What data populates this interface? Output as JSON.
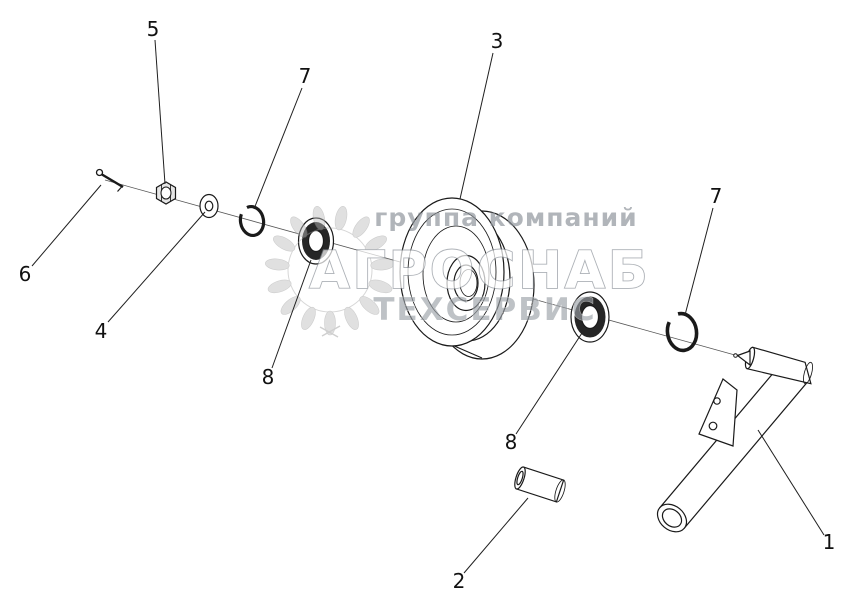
{
  "figure": {
    "type": "exploded-parts-diagram",
    "background": "#ffffff",
    "colors": {
      "line": "#1a1a1a",
      "bearing_ring": "#262626",
      "watermark_gray": "#8d939a"
    }
  },
  "callouts": [
    {
      "label": "5"
    },
    {
      "label": "7"
    },
    {
      "label": "3"
    },
    {
      "label": "7"
    },
    {
      "label": "6"
    },
    {
      "label": "4"
    },
    {
      "label": "8"
    },
    {
      "label": "8"
    },
    {
      "label": "2"
    },
    {
      "label": "1"
    }
  ],
  "watermark": {
    "top": "группа компаний",
    "main": "АГРОСНАБ",
    "bottom": "ТЕХСЕРВИС"
  }
}
